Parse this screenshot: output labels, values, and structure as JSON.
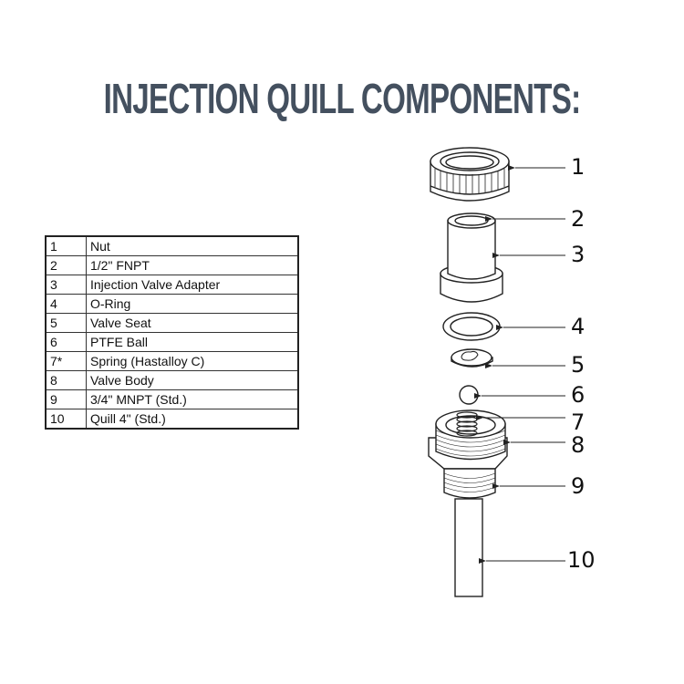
{
  "title": "INJECTION QUILL COMPONENTS:",
  "parts_table": {
    "rows": [
      {
        "num": "1",
        "name": "Nut"
      },
      {
        "num": "2",
        "name": "1/2\" FNPT"
      },
      {
        "num": "3",
        "name": "Injection Valve Adapter"
      },
      {
        "num": "4",
        "name": "O-Ring"
      },
      {
        "num": "5",
        "name": "Valve Seat"
      },
      {
        "num": "6",
        "name": "PTFE Ball"
      },
      {
        "num": "7*",
        "name": "Spring (Hastalloy C)"
      },
      {
        "num": "8",
        "name": "Valve Body"
      },
      {
        "num": "9",
        "name": "3/4\" MNPT (Std.)"
      },
      {
        "num": "10",
        "name": "Quill 4\" (Std.)"
      }
    ]
  },
  "callouts": [
    "1",
    "2",
    "3",
    "4",
    "5",
    "6",
    "7",
    "8",
    "9",
    "10"
  ],
  "colors": {
    "title": "#44505f",
    "line": "#222222"
  }
}
